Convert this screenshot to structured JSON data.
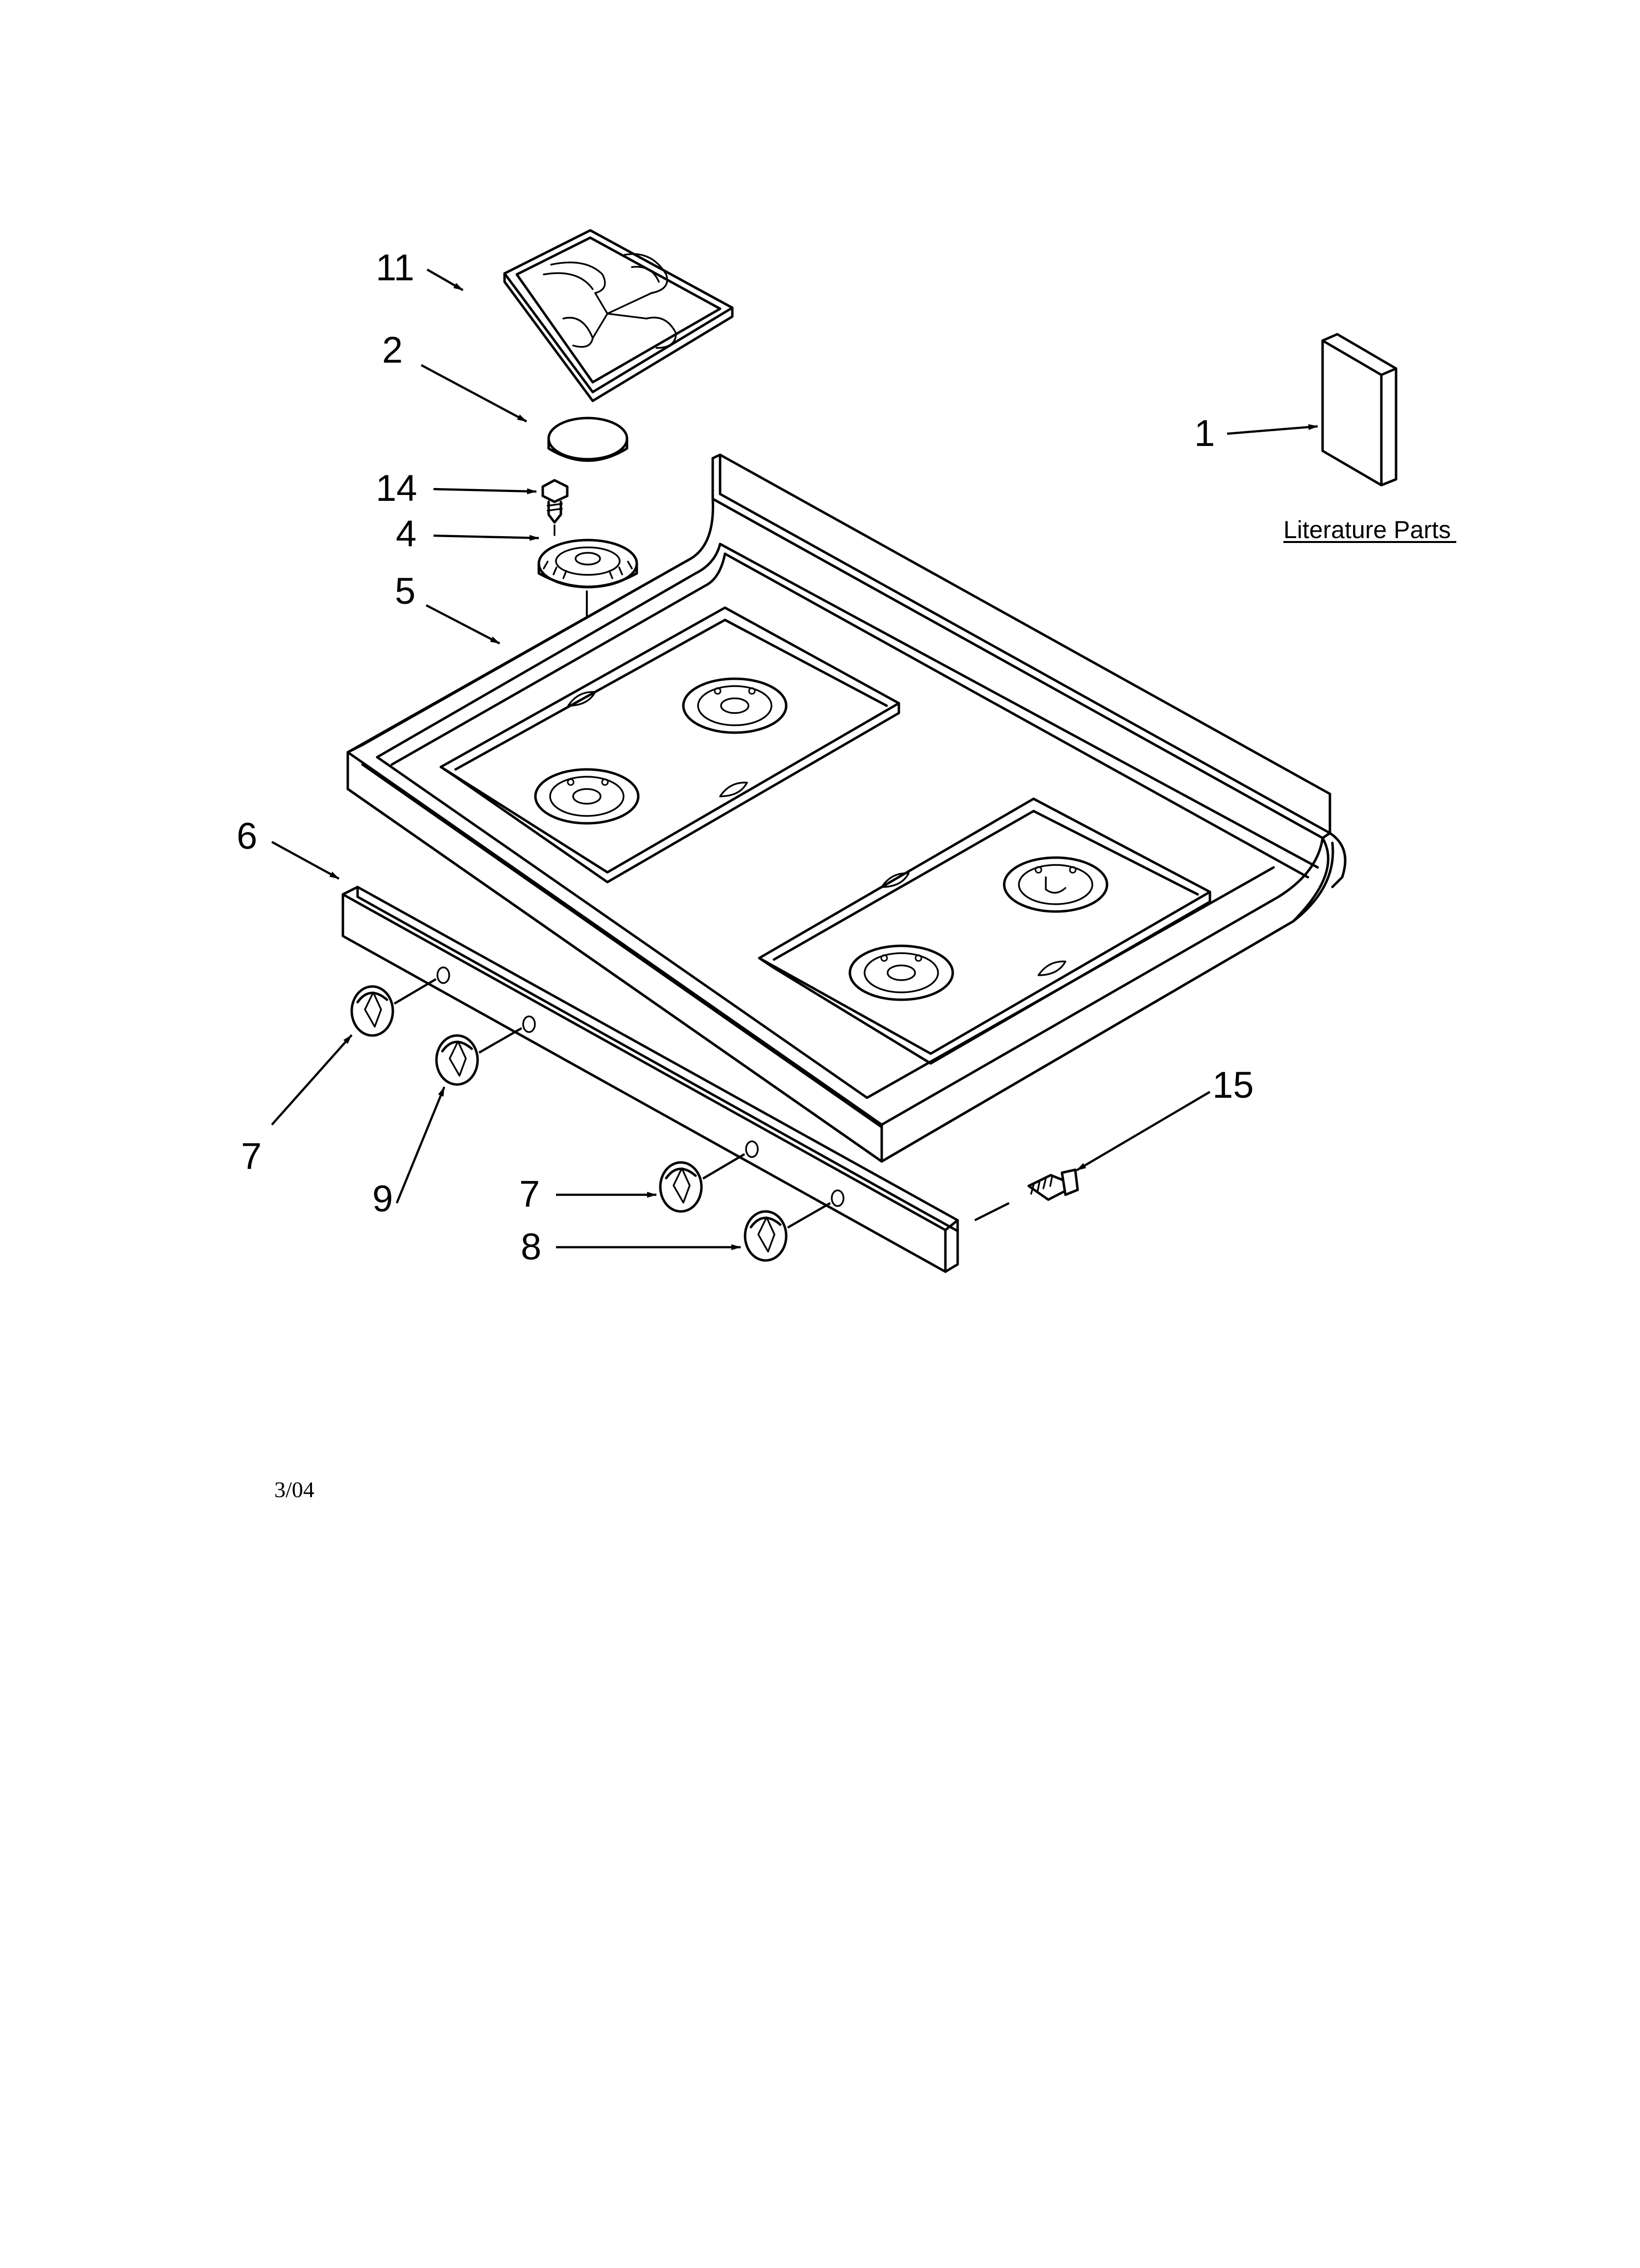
{
  "diagram": {
    "callouts": [
      {
        "id": "c11",
        "label": "11"
      },
      {
        "id": "c2",
        "label": "2"
      },
      {
        "id": "c14",
        "label": "14"
      },
      {
        "id": "c4",
        "label": "4"
      },
      {
        "id": "c5",
        "label": "5"
      },
      {
        "id": "c6",
        "label": "6"
      },
      {
        "id": "c7a",
        "label": "7"
      },
      {
        "id": "c9",
        "label": "9"
      },
      {
        "id": "c7b",
        "label": "7"
      },
      {
        "id": "c8",
        "label": "8"
      },
      {
        "id": "c15",
        "label": "15"
      },
      {
        "id": "c1",
        "label": "1"
      }
    ],
    "literature_label": "Literature Parts",
    "date_code": "3/04"
  }
}
